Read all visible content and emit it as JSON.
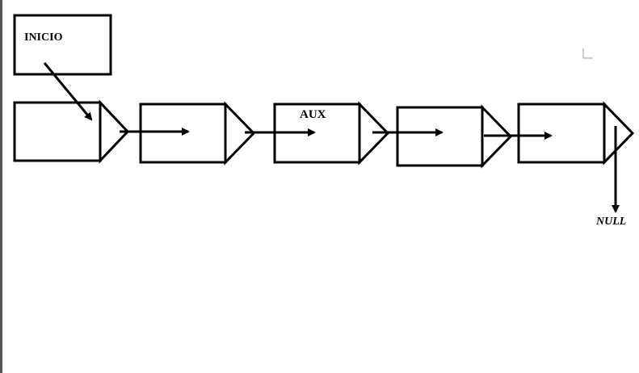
{
  "labels": {
    "start": "INICIO",
    "aux": "AUX",
    "null": "NULL"
  },
  "node_count": 5,
  "colors": {
    "stroke": "#000000",
    "background": "#ffffff",
    "left_edge": "#555555"
  }
}
